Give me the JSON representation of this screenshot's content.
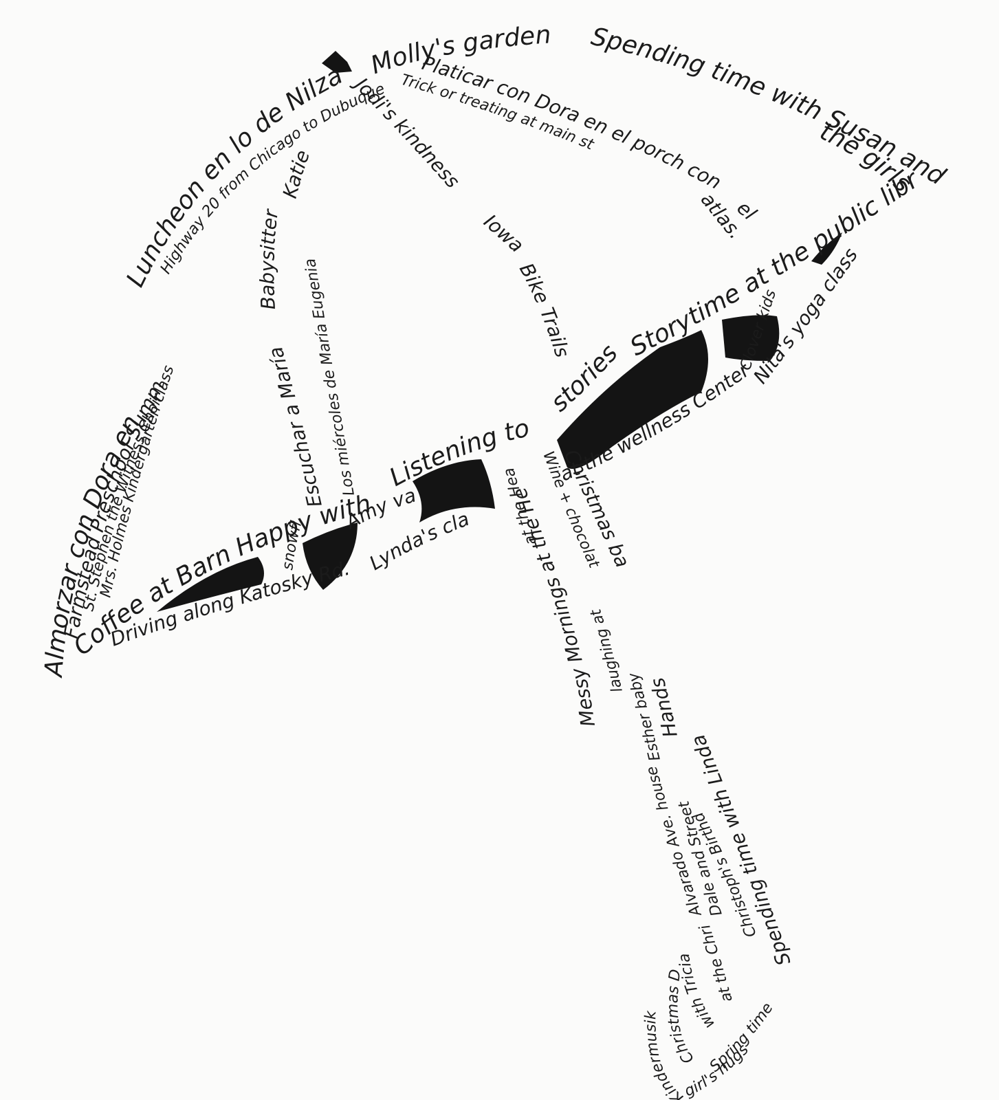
{
  "phrases": {
    "top_edge_1": "Molly's garden",
    "top_edge_2": "Spending time with Susan and",
    "top_edge_3": "the girls",
    "platicar": "Platicar con Dora en el porch con",
    "platicar_end": "el",
    "atlas": "atlas.",
    "trick": "Trick or treating at main st",
    "left_1": "Almorzar con Dora en el chino",
    "left_2": "Luncheon en lo de Nilza",
    "left_3": "Farmstead Preschool Summer camp",
    "left_4": "Highway 20 from Chicago to Dubuque",
    "left_5": "St. Stephen the Witness Choir",
    "left_6": "Mrs. Holmes Kindergarten class",
    "rib_1": "Escuchar a María",
    "rib_2": "Babysitter",
    "rib_3": "Katie",
    "rib_4": "Los miércoles de María Eugenia",
    "rib_5": "Jodi's kindness",
    "rib_6": "Iowa",
    "rib_7": "Bike Trails",
    "hem_1": "Coffee at Barn Happy with Tara",
    "hem_2": "Listening to PJ's",
    "hem_3": "stories",
    "hem_4": "Storytime at the public library",
    "hem_5": "Nita's yoga class",
    "hem_6": "Clover kids",
    "hem_7": "at the wellness Center",
    "hem_8": "Driving along Katosky Rd.",
    "hem_9": "Lynda's class",
    "hem_10": "snowflakes",
    "hem_11": "Amy va",
    "hem_12": "at the Hearst",
    "shaft_1": "Christmas baking",
    "shaft_2": "Wine + chocolate",
    "shaft_3": "Messy Mornings at the Hearst",
    "shaft_4": "laughing at",
    "shaft_5": "Hands",
    "shaft_6": "Esther baby",
    "shaft_7": "Alvarado Ave. house",
    "shaft_8": "Dale and Street",
    "shaft_9": "Spending time with Linda",
    "shaft_10": "Christoph's Birthday",
    "handle_1": "Kindermusik",
    "handle_2": "Christmas Day",
    "handle_3": "with Tricia",
    "handle_4": "at the Christoph's",
    "handle_5": "girl's hugs",
    "handle_6": "Spring time"
  },
  "colors": {
    "ink": "#141414",
    "paper": "#fbfbfa"
  }
}
